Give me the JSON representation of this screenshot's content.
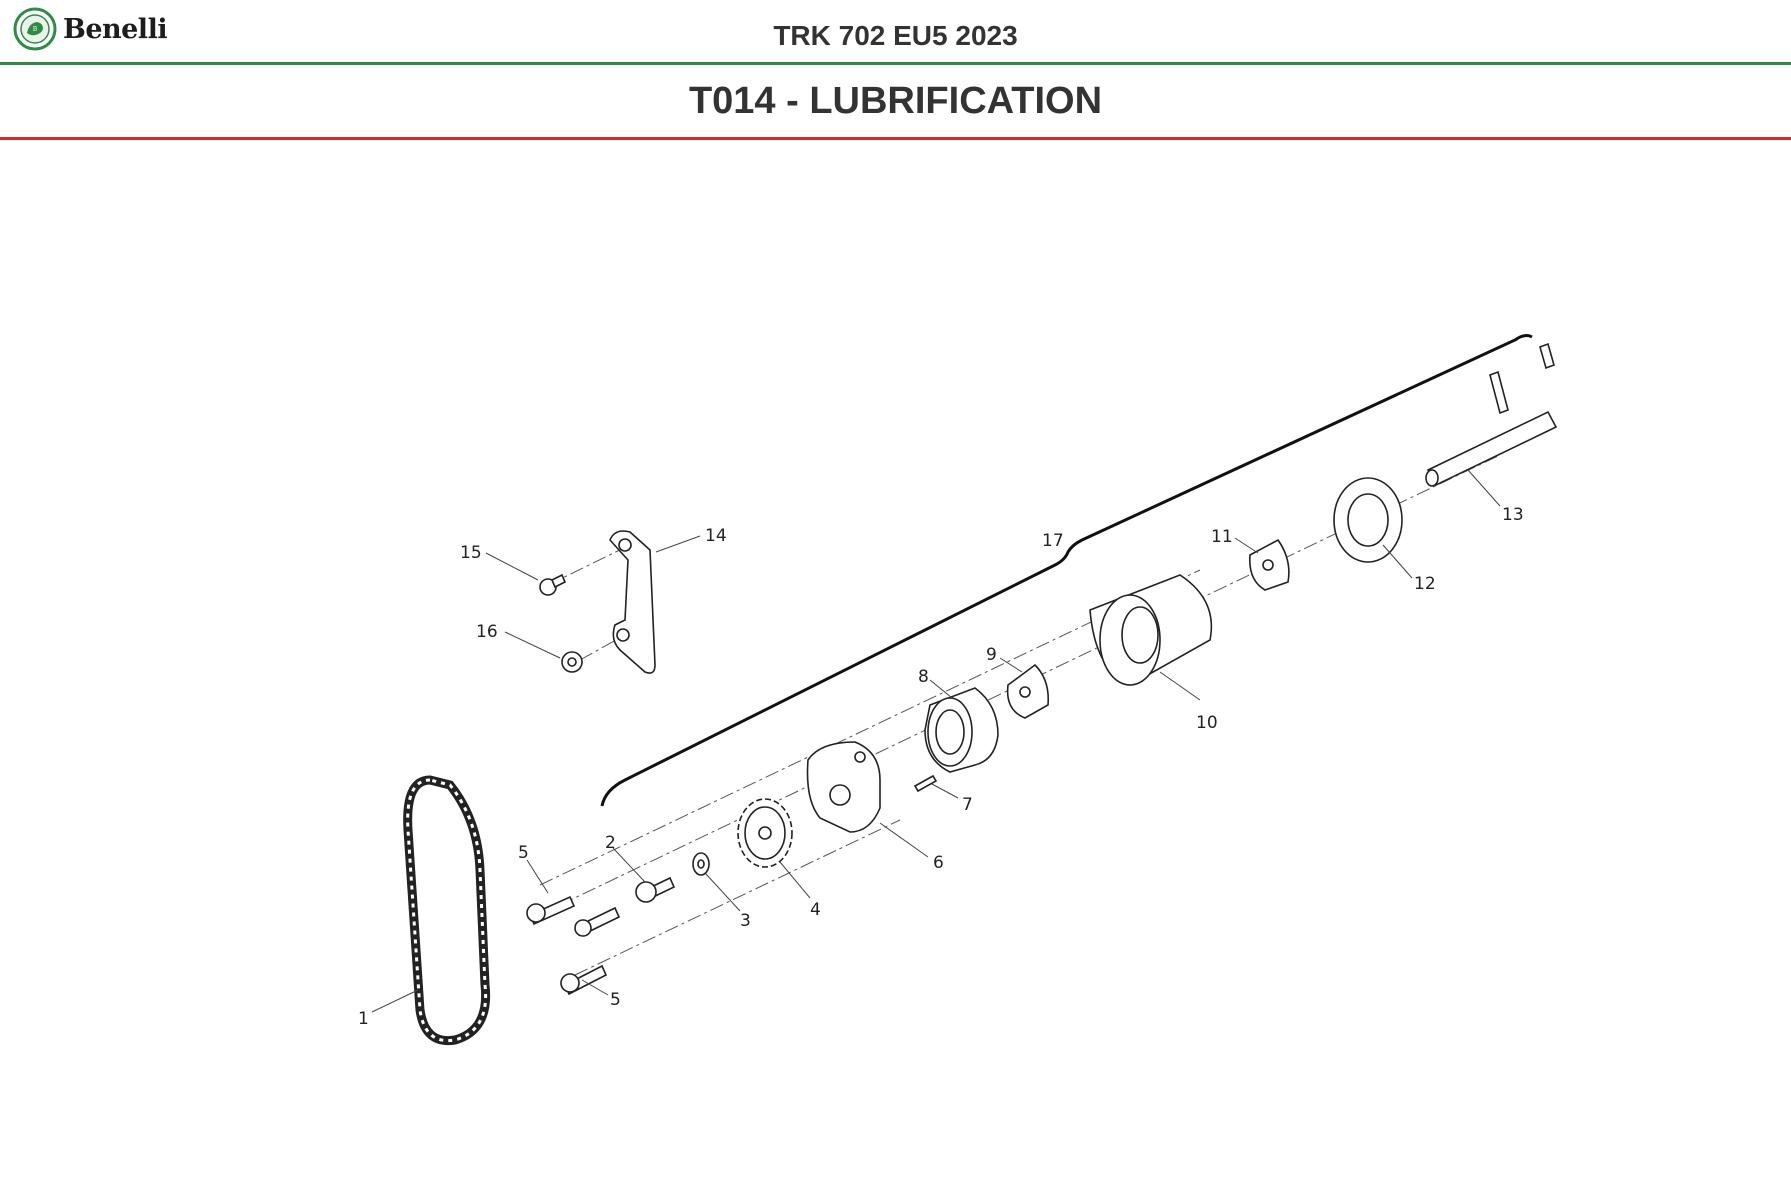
{
  "header": {
    "brand": "Benelli",
    "model": "TRK 702 EU5 2023",
    "section_title": "T014 - LUBRIFICATION"
  },
  "colors": {
    "green_rule": "#2e8b45",
    "red_rule": "#d9262b",
    "logo_green": "#2e8b45"
  },
  "diagram": {
    "callouts": [
      "1",
      "2",
      "3",
      "4",
      "5",
      "5",
      "6",
      "7",
      "8",
      "9",
      "10",
      "11",
      "12",
      "13",
      "14",
      "15",
      "16",
      "17"
    ]
  }
}
